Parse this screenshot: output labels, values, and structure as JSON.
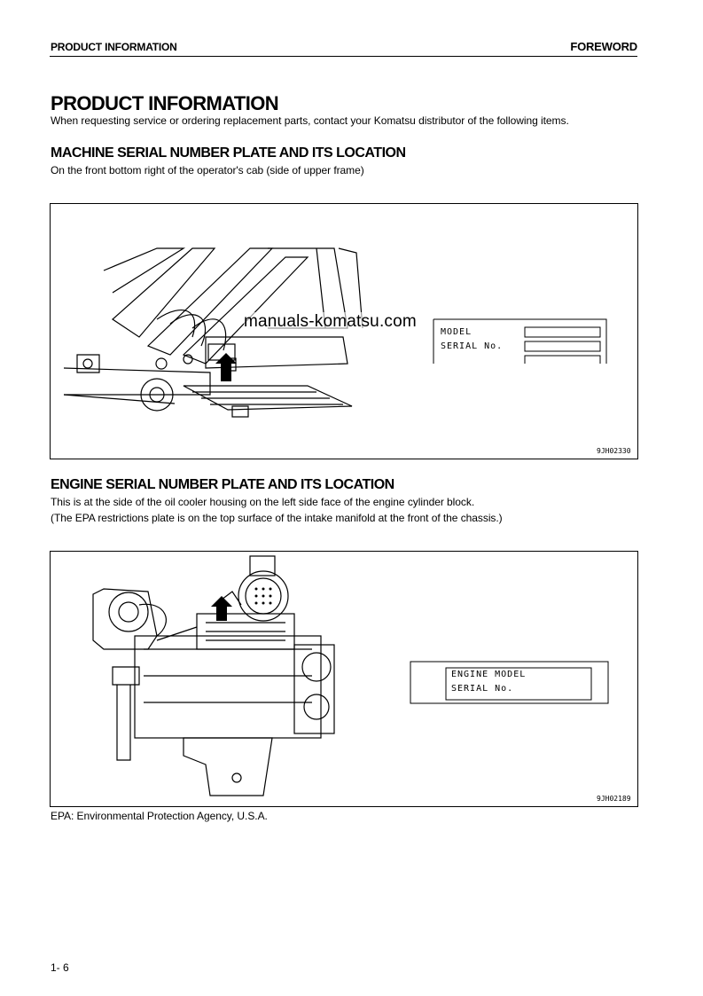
{
  "header": {
    "section": "PRODUCT INFORMATION",
    "chapter": "FOREWORD"
  },
  "title": "PRODUCT INFORMATION",
  "intro": "When requesting service or ordering replacement parts, contact your Komatsu distributor of the following items.",
  "machine_section": {
    "heading": "MACHINE SERIAL NUMBER PLATE AND ITS LOCATION",
    "text": "On the front bottom right of the operator's cab (side of upper frame)",
    "figure": {
      "watermark": "manuals-komatsu.com",
      "plate_label_model": "MODEL",
      "plate_label_serial": "SERIAL No.",
      "code": "9JH02330"
    }
  },
  "engine_section": {
    "heading": "ENGINE SERIAL NUMBER PLATE AND ITS LOCATION",
    "text_line1": "This is at the side of the oil cooler housing on the left side face of the engine cylinder block.",
    "text_line2": "(The EPA restrictions plate is on the top surface of the intake manifold at the front of the chassis.)",
    "figure": {
      "plate_label_model": "ENGINE MODEL",
      "plate_label_serial": "SERIAL No.",
      "code": "9JH02189"
    }
  },
  "epa_note": "EPA: Environmental Protection Agency, U.S.A.",
  "page_number": "1- 6"
}
